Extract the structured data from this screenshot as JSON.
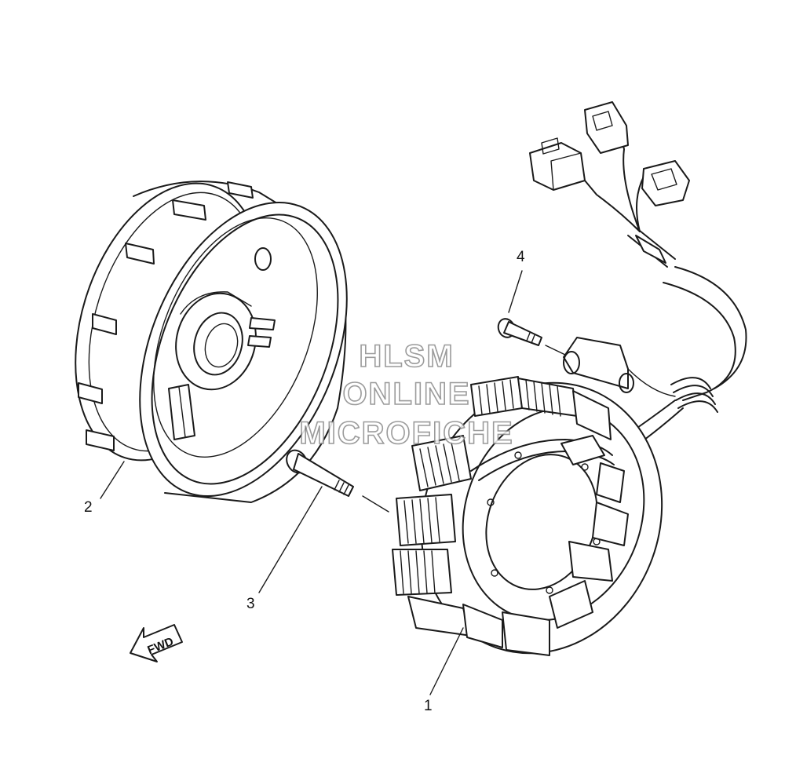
{
  "diagram": {
    "callouts": [
      {
        "id": "1",
        "label": "1"
      },
      {
        "id": "2",
        "label": "2"
      },
      {
        "id": "3",
        "label": "3"
      },
      {
        "id": "4",
        "label": "4"
      }
    ],
    "direction_arrow": {
      "label": "FWD"
    },
    "watermark": {
      "line1": "HLSM",
      "line2": "ONLINE",
      "line3": "MICROFICHE"
    }
  }
}
